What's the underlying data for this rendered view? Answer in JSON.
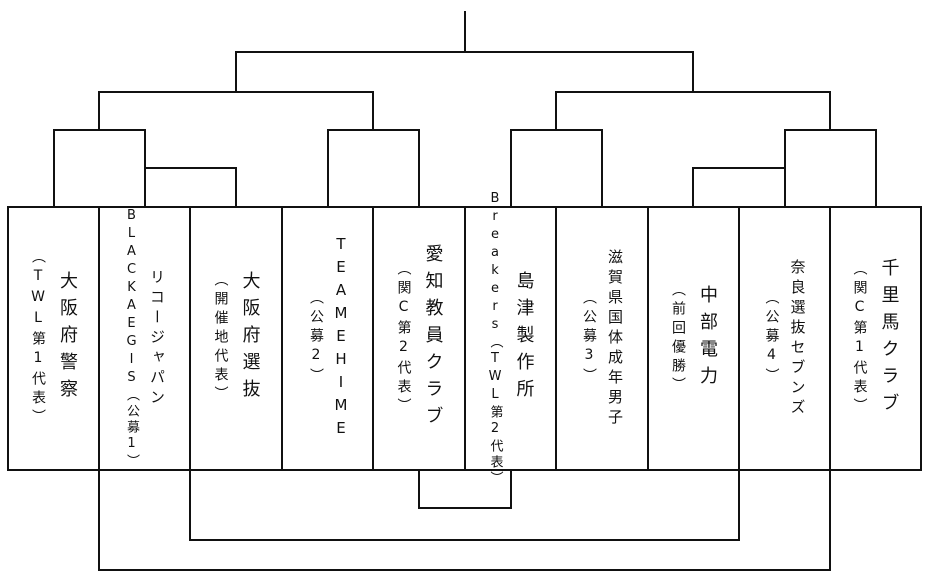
{
  "teams": [
    {
      "name": "大阪府警察",
      "sub": "（TWL第1代表）"
    },
    {
      "name": "リコージャパン",
      "sub": "BLACKAEGIS（公募1）"
    },
    {
      "name": "大阪府選抜",
      "sub": "（開催地代表）"
    },
    {
      "name": "TEAMEHIME",
      "sub": "（公募2）"
    },
    {
      "name": "愛知教員クラブ",
      "sub": "（関C第2代表）"
    },
    {
      "name": "島津製作所",
      "sub": "Breakers（TWL第2代表）"
    },
    {
      "name": "滋賀県国体成年男子",
      "sub": "（公募3）"
    },
    {
      "name": "中部電力",
      "sub": "（前回優勝）"
    },
    {
      "name": "奈良選抜セブンズ",
      "sub": "（公募4）"
    },
    {
      "name": "千里馬クラブ",
      "sub": "（関C第1代表）"
    }
  ]
}
